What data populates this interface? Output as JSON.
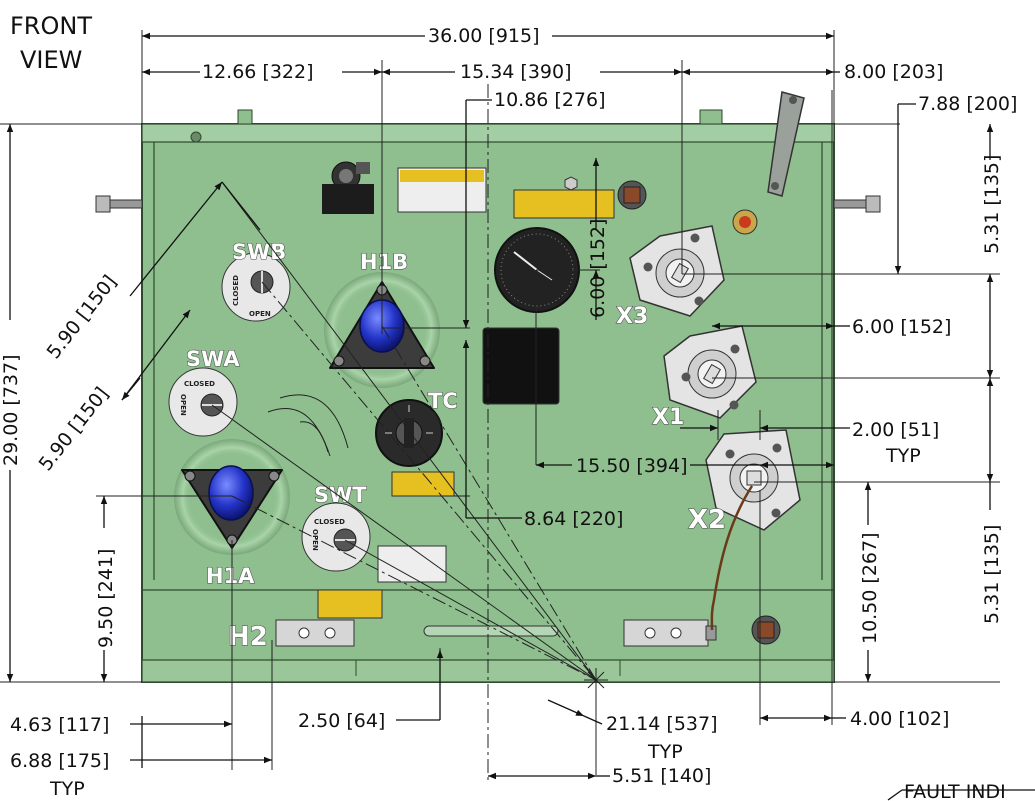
{
  "view": {
    "title_line1": "FRONT",
    "title_line2": "VIEW"
  },
  "dimensions": {
    "overall_width": "36.00 [915]",
    "left_to_h1b": "12.66 [322]",
    "h1b_to_x3": "15.34 [390]",
    "x3_to_right": "8.00 [203]",
    "centerline_offset": "10.86 [276]",
    "top_to_x3": "7.88 [200]",
    "x3_vertical_upper": "5.31 [135]",
    "x1_offset": "6.00 [152]",
    "gauge_height": "6.00 [152]",
    "gauge_offset": "15.50 [394]",
    "x2_offset": "2.00 [51]",
    "x2_typ": "TYP",
    "x3_vertical_lower": "5.31 [135]",
    "x2_height": "10.50 [267]",
    "tc_height": "8.64 [220]",
    "h1a_height": "9.50 [241]",
    "overall_height": "29.00 [737]",
    "diag_upper": "5.90 [150]",
    "diag_lower": "5.90 [150]",
    "bottom_offset": "2.50 [64]",
    "radius": "21.14 [537]",
    "radius_typ": "TYP",
    "center_offset": "5.51 [140]",
    "x2_right": "4.00 [102]",
    "h1a_left": "4.63 [117]",
    "h2_left": "6.88 [175]",
    "h2_typ": "TYP"
  },
  "labels": {
    "swb": "SWB",
    "h1b": "H1B",
    "swa": "SWA",
    "tc": "TC",
    "swt": "SWT",
    "h1a": "H1A",
    "h2": "H2",
    "x3": "X3",
    "x1": "X1",
    "x2": "X2"
  },
  "switch_text": {
    "closed": "CLOSED",
    "open": "OPEN"
  },
  "cutoff_text": "FAULT INDI",
  "colors": {
    "tank": "#8fbf8f",
    "tank_edge": "#2d4a2d",
    "bushing": "#2a3fd0",
    "hv_base": "#3c3c3c",
    "lv_plate": "#e4e4e4",
    "decal": "#e6c020"
  },
  "icons": [
    "pressure-gauge-icon",
    "tap-changer-dial-icon",
    "lifting-hook-icon",
    "pressure-relief-valve-icon"
  ]
}
